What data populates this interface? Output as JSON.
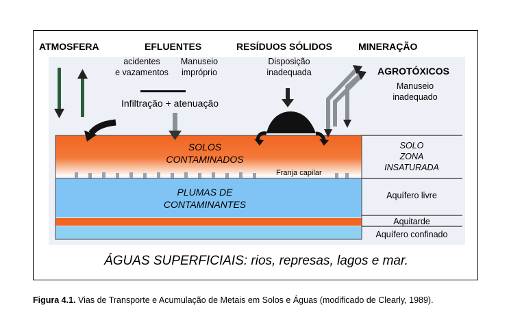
{
  "headers": {
    "atmosfera": "ATMOSFERA",
    "efluentes": "EFLUENTES",
    "residuos": "RESÍDUOS SÓLIDOS",
    "mineracao": "MINERAÇÃO"
  },
  "labels": {
    "acidentes_1": "acidentes",
    "acidentes_2": "e vazamentos",
    "manuseio_1": "Manuseio",
    "manuseio_2": "impróprio",
    "disposicao_1": "Disposição",
    "disposicao_2": "inadequada",
    "agrotoxicos": "AGROTÓXICOS",
    "agro_manuseio_1": "Manuseio",
    "agro_manuseio_2": "inadequado",
    "infiltracao": "Infiltração + atenuação"
  },
  "layers": {
    "solos_1": "SOLOS",
    "solos_2": "CONTAMINADOS",
    "franja": "Franja capilar",
    "plumas_1": "PLUMAS DE",
    "plumas_2": "CONTAMINANTES"
  },
  "side_labels": {
    "solo": "SOLO",
    "zona": "ZONA",
    "insaturada": "INSATURADA",
    "aquifero_livre": "Aquífero livre",
    "aquitarde": "Aquitarde",
    "aquifero_confinado": "Aquífero confinado"
  },
  "waters": "ÁGUAS SUPERFICIAIS: rios, represas, lagos e mar.",
  "caption": {
    "label": "Figura 4.1.",
    "text": " Vias de Transporte e Acumulação de Metais em Solos e Águas (modificado de Clearly, 1989)."
  },
  "colors": {
    "soil": "#f26522",
    "aquifer": "#7fc4f5",
    "aquitard": "#f26522",
    "confined": "#8fd0f5",
    "background_panel": "#eef0f8"
  }
}
